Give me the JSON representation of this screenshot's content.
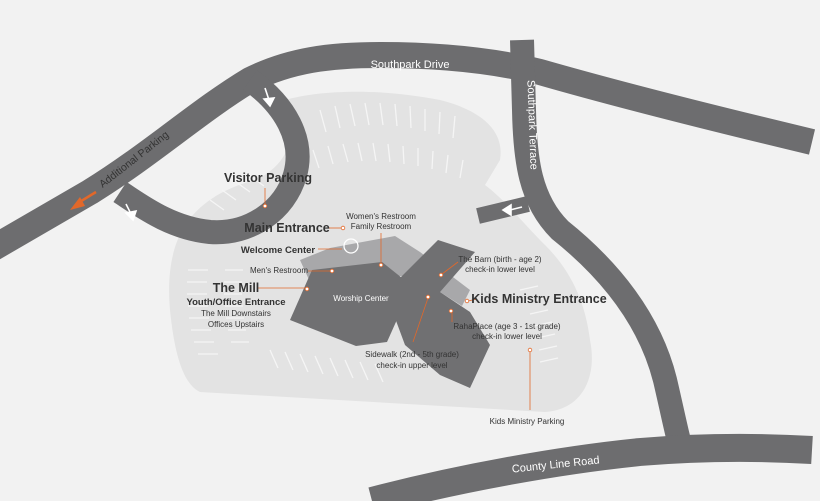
{
  "roads": {
    "southpark_drive": "Southpark Drive",
    "southpark_terrace": "Southpark Terrace",
    "county_line_road": "County Line Road",
    "additional_parking": "Additional Parking"
  },
  "labels": {
    "visitor_parking": "Visitor Parking",
    "main_entrance": "Main Entrance",
    "womens_restroom": "Women's Restroom",
    "family_restroom": "Family Restroom",
    "welcome_center": "Welcome Center",
    "mens_restroom": "Men's Restroom",
    "the_mill": "The Mill",
    "youth_office_entrance": "Youth/Office Entrance",
    "mill_downstairs": "The Mill Downstairs",
    "offices_upstairs": "Offices Upstairs",
    "worship_center": "Worship Center",
    "the_barn_1": "The Barn (birth - age 2)",
    "the_barn_2": "check-in lower level",
    "kids_ministry_entrance": "Kids Ministry Entrance",
    "rahaplace_1": "RahaPlace (age 3 - 1st grade)",
    "rahaplace_2": "check-in lower level",
    "sidewalk_1": "Sidewalk (2nd - 5th grade)",
    "sidewalk_2": "check-in upper level",
    "kids_ministry_parking": "Kids Ministry Parking"
  },
  "colors": {
    "background": "#f2f2f2",
    "road": "#6d6d6f",
    "road_edge": "#8a8a8c",
    "parking_lot": "#e3e3e3",
    "plaza": "#a8a8aa",
    "building": "#707072",
    "accent": "#e2682a"
  }
}
